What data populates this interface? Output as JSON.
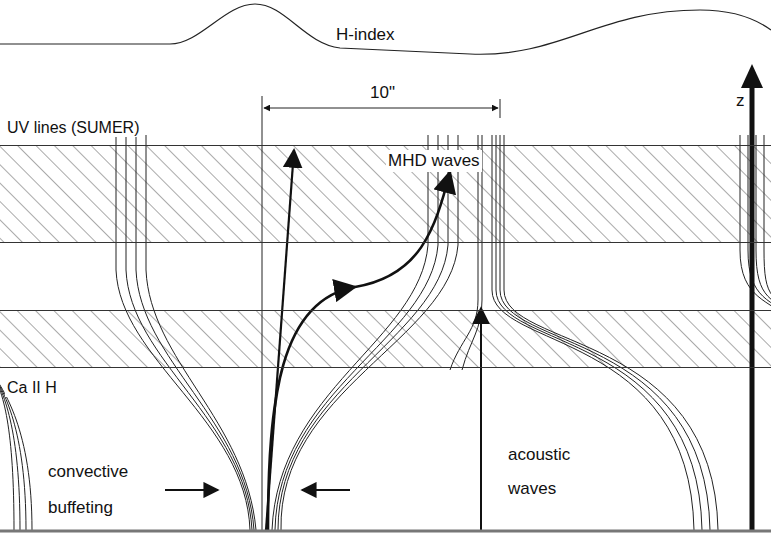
{
  "diagram": {
    "nodes": [
      {
        "text": [
          "UV lines (SUMER)"
        ]
      },
      {
        "text": [
          "Ca II H"
        ]
      }
    ],
    "labels": [
      "H-index",
      "10\"",
      "MHD waves",
      "convective buffeting",
      "acoustic waves",
      "z"
    ]
  }
}
